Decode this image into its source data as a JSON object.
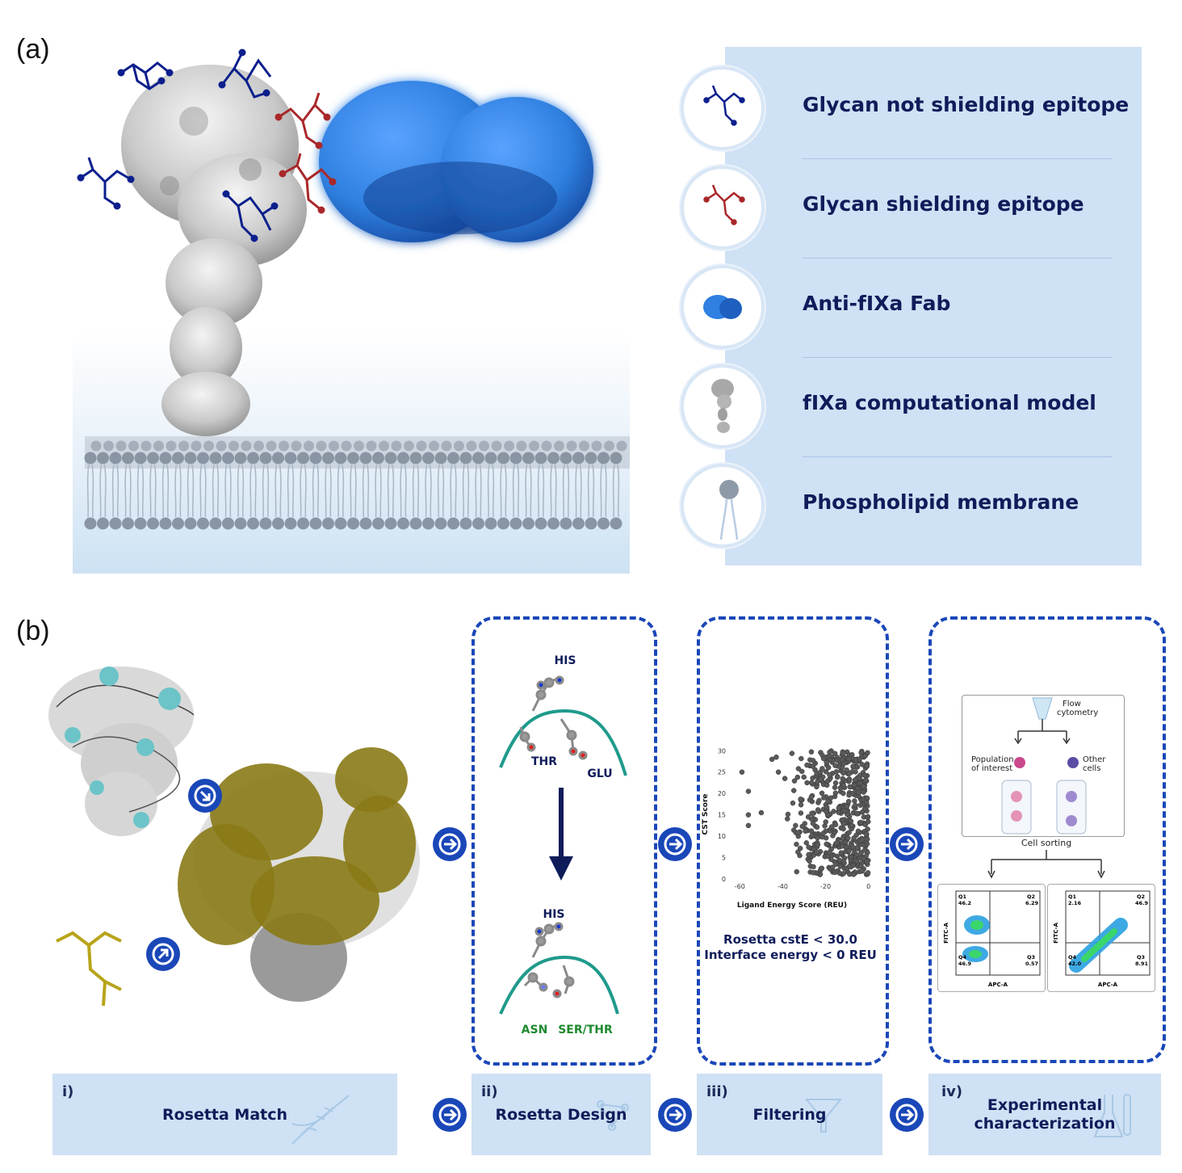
{
  "panel_a": {
    "label": "(a)",
    "legend": [
      {
        "icon": "blue-glycan-icon",
        "text": "Glycan not shielding epitope"
      },
      {
        "icon": "red-glycan-icon",
        "text": "Glycan shielding epitope"
      },
      {
        "icon": "fab-icon",
        "text": "Anti-fIXa Fab"
      },
      {
        "icon": "fixa-model-icon",
        "text": "fIXa computational model"
      },
      {
        "icon": "phospholipid-icon",
        "text": "Phospholipid membrane"
      }
    ],
    "colors": {
      "glycan_blue": "#0c1f8c",
      "glycan_red": "#a9282a",
      "fab_blue": "#2f80e0",
      "protein_grey": "#bdbdbd",
      "legend_bg": "#cfe1f4"
    }
  },
  "panel_b": {
    "label": "(b)",
    "design": {
      "top_residue": "HIS",
      "top_left": "THR",
      "top_right": "GLU",
      "bottom_residue": "HIS",
      "bottom_left": "ASN",
      "bottom_right": "SER/THR"
    },
    "filter_text": {
      "line1": "Rosetta cstE < 30.0",
      "line2": "Interface energy < 0 REU"
    },
    "sorting": {
      "flow_label_1": "Flow",
      "flow_label_2": "cytometry",
      "pop_label_1": "Population",
      "pop_label_2": "of interest",
      "other_label_1": "Other",
      "other_label_2": "cells",
      "cell_sorting": "Cell sorting",
      "plot_left": {
        "q1": "Q1",
        "q1v": "46.2",
        "q2": "Q2",
        "q2v": "6.29",
        "q3": "Q3",
        "q3v": "0.57",
        "q4": "Q4",
        "q4v": "46.9",
        "xlabel": "APC-A",
        "ylabel": "FITC-A"
      },
      "plot_right": {
        "q1": "Q1",
        "q1v": "2.16",
        "q2": "Q2",
        "q2v": "46.9",
        "q3": "Q3",
        "q3v": "8.91",
        "q4": "Q4",
        "q4v": "42.0",
        "xlabel": "APC-A",
        "ylabel": "FITC-A"
      }
    },
    "steps": [
      {
        "num": "i)",
        "title": "Rosetta Match"
      },
      {
        "num": "ii)",
        "title": "Rosetta Design"
      },
      {
        "num": "iii)",
        "title": "Filtering"
      },
      {
        "num": "iv)",
        "title": "Experimental characterization"
      }
    ]
  },
  "chart_data": {
    "type": "scatter",
    "xlabel": "Ligand Energy Score (REU)",
    "ylabel": "CST Score",
    "xlim": [
      -62,
      2
    ],
    "ylim": [
      0,
      31
    ],
    "x_ticks": [
      "-60",
      "-40",
      "-20",
      "0"
    ],
    "y_ticks": [
      "0",
      "5",
      "10",
      "15",
      "20",
      "25",
      "30"
    ],
    "outliers": [
      [
        -59,
        25
      ],
      [
        -56,
        20.5
      ],
      [
        -56,
        15
      ],
      [
        -56,
        12.5
      ],
      [
        -50,
        15.5
      ],
      [
        -45,
        28
      ],
      [
        -43,
        28.5
      ],
      [
        -42,
        25
      ],
      [
        -39,
        23.5
      ],
      [
        -34,
        12.5
      ],
      [
        -31,
        18.5
      ]
    ],
    "dense_region": {
      "x_range": [
        -38,
        0
      ],
      "y_range": [
        1,
        30
      ],
      "approx_count": 520
    },
    "point_color": "#5a5a5a"
  }
}
